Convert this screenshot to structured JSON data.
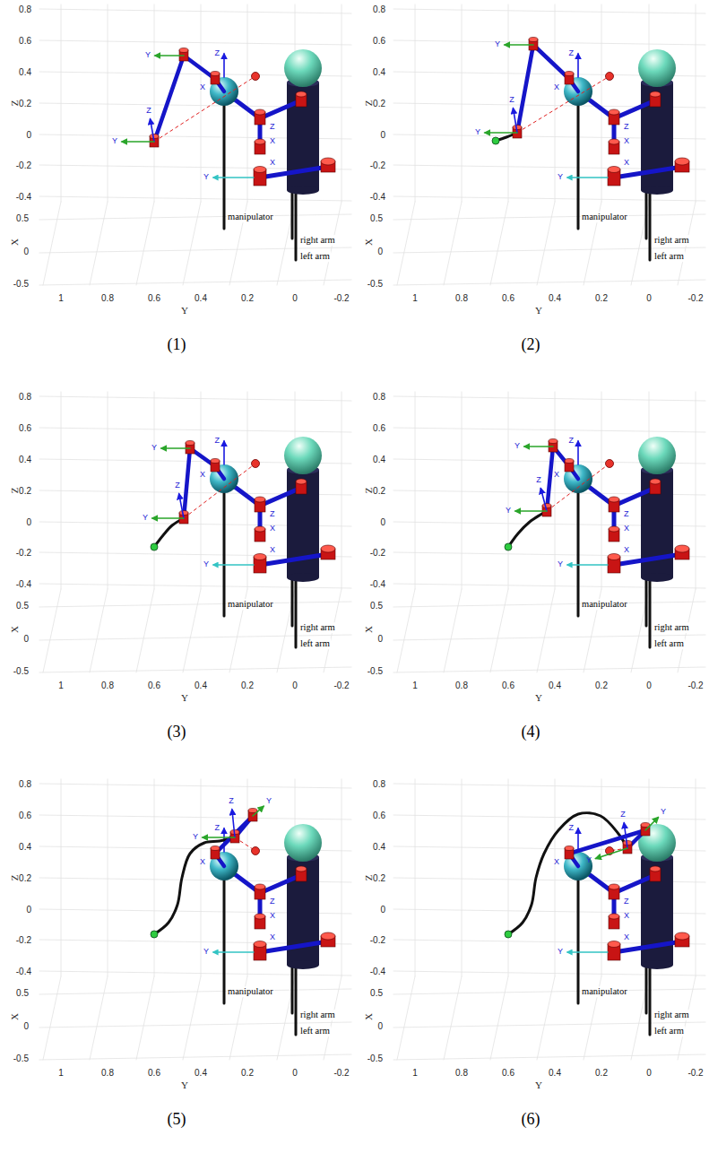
{
  "diagram": {
    "labels": [
      "0.8",
      "0.6",
      "0.4",
      "0.2",
      "0",
      "-0.2",
      "-0.4",
      "Z",
      "0.5",
      "0",
      "-0.5",
      "X",
      "1",
      "0.8",
      "0.6",
      "0.4",
      "0.2",
      "0",
      "-0.2",
      "Y",
      "manipulator",
      "right arm",
      "left arm",
      "Z",
      "X",
      "Z",
      "X",
      "X",
      "Y",
      "Z",
      "Y",
      "Y",
      "(1)",
      "0.8",
      "0.6",
      "0.4",
      "0.2",
      "0",
      "-0.2",
      "-0.4",
      "Z",
      "0.5",
      "0",
      "-0.5",
      "X",
      "1",
      "0.8",
      "0.6",
      "0.4",
      "0.2",
      "0",
      "-0.2",
      "Y",
      "manipulator",
      "right arm",
      "left arm",
      "Z",
      "X",
      "Z",
      "X",
      "X",
      "Y",
      "Z",
      "Y",
      "Y",
      "(2)",
      "0.8",
      "0.6",
      "0.4",
      "0.2",
      "0",
      "-0.2",
      "-0.4",
      "Z",
      "0.5",
      "0",
      "-0.5",
      "X",
      "1",
      "0.8",
      "0.6",
      "0.4",
      "0.2",
      "0",
      "-0.2",
      "Y",
      "manipulator",
      "right arm",
      "left arm",
      "Z",
      "X",
      "Z",
      "X",
      "X",
      "Y",
      "Z",
      "Y",
      "Y",
      "(3)",
      "0.8",
      "0.6",
      "0.4",
      "0.2",
      "0",
      "-0.2",
      "-0.4",
      "Z",
      "0.5",
      "0",
      "-0.5",
      "X",
      "1",
      "0.8",
      "0.6",
      "0.4",
      "0.2",
      "0",
      "-0.2",
      "Y",
      "manipulator",
      "right arm",
      "left arm",
      "Z",
      "X",
      "Z",
      "X",
      "X",
      "Y",
      "Z",
      "Y",
      "Y",
      "(4)",
      "0.8",
      "0.6",
      "0.4",
      "0.2",
      "0",
      "-0.2",
      "-0.4",
      "Z",
      "0.5",
      "0",
      "-0.5",
      "X",
      "1",
      "0.8",
      "0.6",
      "0.4",
      "0.2",
      "0",
      "-0.2",
      "Y",
      "manipulator",
      "right arm",
      "left arm",
      "Z",
      "X",
      "Z",
      "X",
      "X",
      "Y",
      "Z",
      "Y",
      "Y",
      "(5)",
      "0.8",
      "0.6",
      "0.4",
      "0.2",
      "0",
      "-0.2",
      "-0.4",
      "Z",
      "0.5",
      "0",
      "-0.5",
      "X",
      "1",
      "0.8",
      "0.6",
      "0.4",
      "0.2",
      "0",
      "-0.2",
      "Y",
      "manipulator",
      "right arm",
      "left arm",
      "Z",
      "X",
      "Z",
      "X",
      "X",
      "Y",
      "Z",
      "Y",
      "Y",
      "(6)"
    ]
  }
}
